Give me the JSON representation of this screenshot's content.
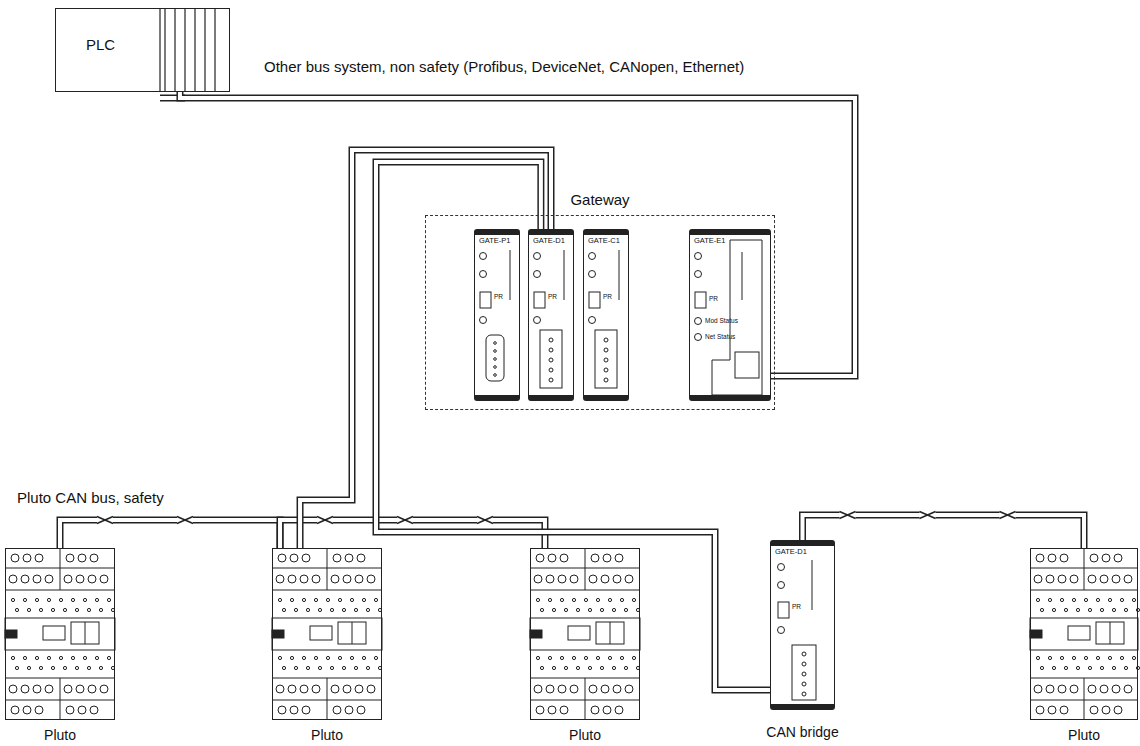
{
  "diagram": {
    "nodes": [
      {
        "text": [
          "PLC"
        ]
      },
      {
        "text": [
          "Gateway"
        ]
      },
      {
        "text": [
          "GATE-P1"
        ],
        "in": 1
      },
      {
        "text": [
          "GATE-D1"
        ],
        "in": 1
      },
      {
        "text": [
          "GATE-C1"
        ],
        "in": 1
      },
      {
        "text": [
          "GATE-E1"
        ],
        "in": 1
      },
      {
        "text": [
          "Pluto"
        ]
      },
      {
        "text": [
          "Pluto"
        ]
      },
      {
        "text": [
          "Pluto"
        ]
      },
      {
        "text": [
          "GATE-D1",
          "CAN bridge"
        ]
      },
      {
        "text": [
          "Pluto"
        ]
      }
    ],
    "edges": [
      {
        "from": 0,
        "to": 5,
        "arrow": "none",
        "label": "Other bus system, non safety (Profibus, DeviceNet, CANopen, Ethernet)"
      },
      {
        "from": 6,
        "to": 7,
        "arrow": "none",
        "label": "Pluto CAN bus, safety"
      },
      {
        "from": 7,
        "to": 8,
        "arrow": "none"
      },
      {
        "from": 3,
        "to": 7,
        "arrow": "none"
      },
      {
        "from": 3,
        "to": 9,
        "arrow": "none"
      },
      {
        "from": 9,
        "to": 10,
        "arrow": "none"
      }
    ],
    "labels": [
      "PR",
      "PR",
      "PR",
      "PR",
      "Mod Status",
      "Net Status",
      "PR"
    ]
  }
}
